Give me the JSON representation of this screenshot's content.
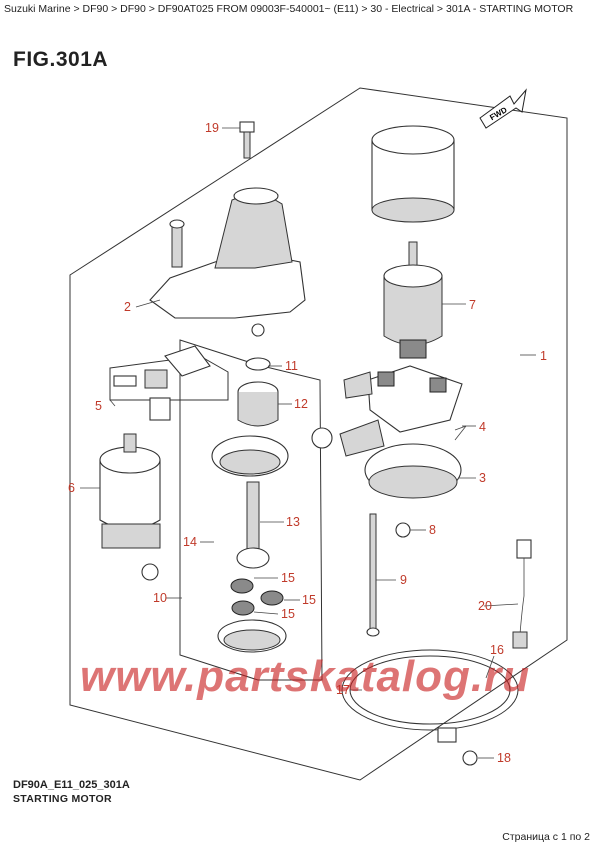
{
  "breadcrumb": "Suzuki Marine > DF90 > DF90 > DF90AT025 FROM 09003F-540001~ (E11) > 30 - Electrical > 301A - STARTING MOTOR",
  "figure": {
    "title": "FIG.301A",
    "code": "DF90A_E11_025_301A",
    "caption": "STARTING MOTOR",
    "fwd_label": "FWD"
  },
  "callouts": {
    "c1": "1",
    "c2": "2",
    "c3": "3",
    "c4": "4",
    "c5": "5",
    "c6": "6",
    "c7": "7",
    "c8": "8",
    "c9": "9",
    "c10": "10",
    "c11": "11",
    "c12": "12",
    "c13": "13",
    "c14": "14",
    "c15a": "15",
    "c15b": "15",
    "c15c": "15",
    "c16": "16",
    "c17": "17",
    "c18": "18",
    "c19": "19",
    "c20": "20"
  },
  "watermark": "www.partskatalog.ru",
  "pager": "Страница с 1 по 2",
  "colors": {
    "callout": "#c03a2a",
    "watermark": "#c81e1e"
  }
}
